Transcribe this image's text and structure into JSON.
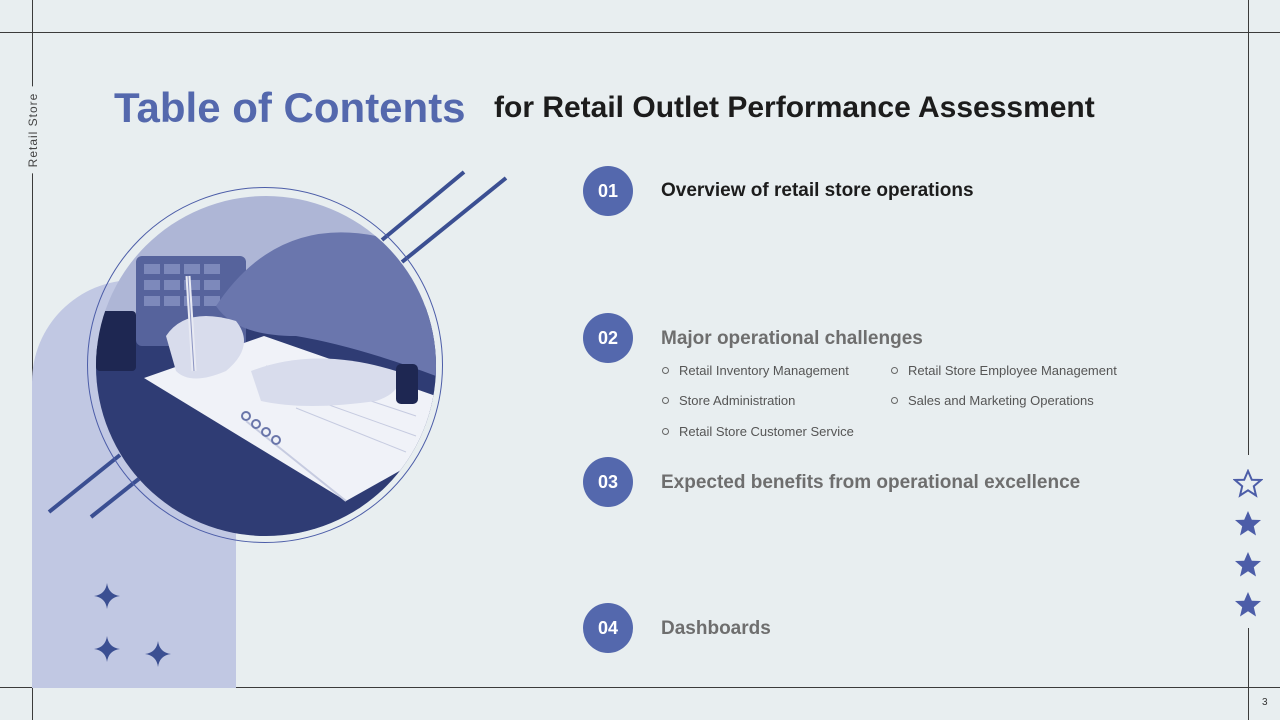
{
  "side_label": "Retail Store",
  "title": {
    "main": "Table of Contents",
    "sub": "for Retail Outlet Performance Assessment"
  },
  "items": [
    {
      "num": "01",
      "title": "Overview of retail store operations",
      "color": "#1c1c1c"
    },
    {
      "num": "02",
      "title": "Major operational challenges",
      "color": "#6e6e6e",
      "bullets": [
        "Retail Inventory Management",
        "Retail Store Employee Management",
        "Store Administration",
        "Sales and Marketing Operations",
        "Retail Store Customer Service"
      ]
    },
    {
      "num": "03",
      "title": "Expected benefits from operational excellence",
      "color": "#6e6e6e"
    },
    {
      "num": "04",
      "title": "Dashboards",
      "color": "#6e6e6e"
    }
  ],
  "page_number": "3",
  "colors": {
    "accent": "#5468ad",
    "arch": "#c1c8e3",
    "background": "#e8eef0"
  },
  "decorations": {
    "photo_subject": "hand-writing-in-notebook",
    "stars_right": [
      "star-outline-icon",
      "star-icon",
      "star-icon",
      "star-icon"
    ],
    "sparkles_left": [
      "sparkle-icon",
      "sparkle-icon",
      "sparkle-icon"
    ]
  }
}
